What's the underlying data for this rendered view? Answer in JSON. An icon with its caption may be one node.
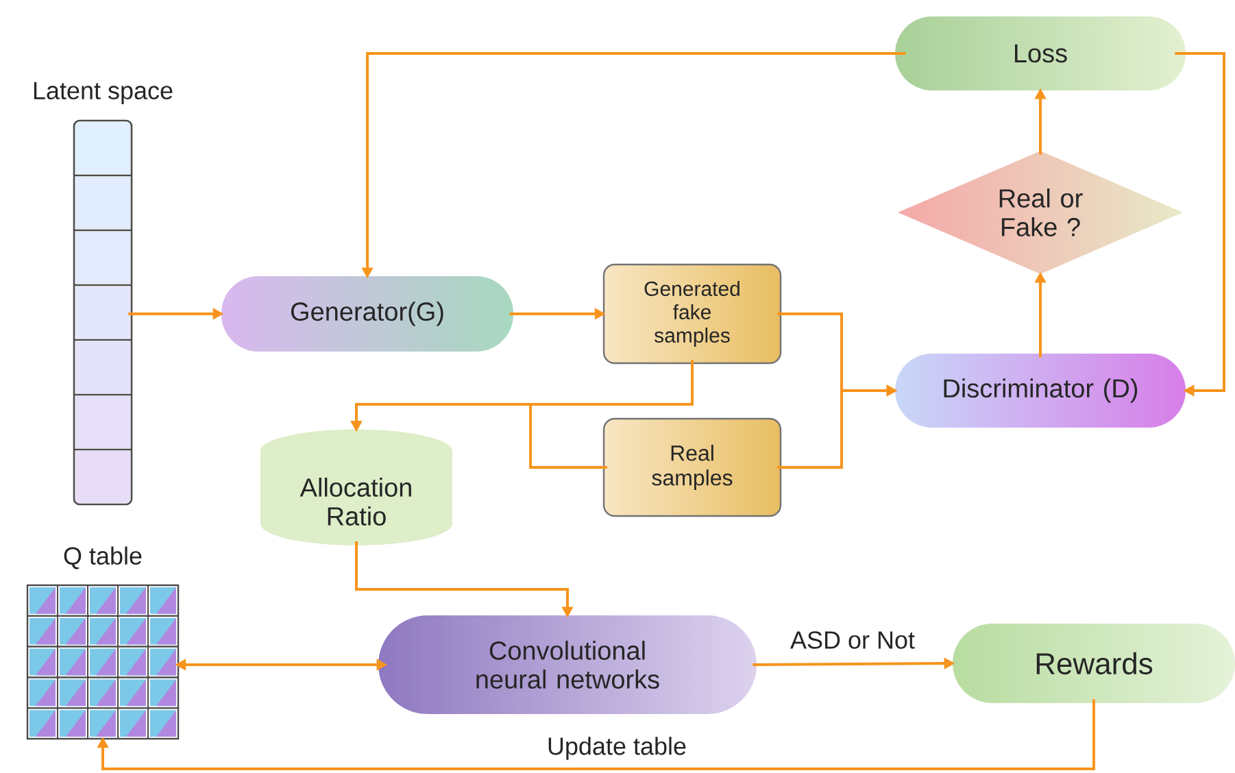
{
  "diagram": {
    "nodes": [
      {
        "text": [
          "Latent space"
        ]
      },
      {
        "text": [
          "Generator(G)"
        ]
      },
      {
        "text": [
          "Generated fake samples"
        ]
      },
      {
        "text": [
          "Real samples"
        ]
      },
      {
        "text": [
          "Discriminator (D)"
        ]
      },
      {
        "text": [
          "Real or Fake ?"
        ]
      },
      {
        "text": [
          "Loss"
        ]
      },
      {
        "text": [
          "Allocation Ratio"
        ]
      },
      {
        "text": [
          "Q table"
        ]
      },
      {
        "text": [
          "Convolutional neural networks"
        ]
      },
      {
        "text": [
          "Rewards"
        ]
      }
    ],
    "edges": [
      {
        "from": 0,
        "to": 1,
        "arrow": "to"
      },
      {
        "from": 1,
        "to": 2,
        "arrow": "to"
      },
      {
        "from": 2,
        "to": 4,
        "arrow": "to"
      },
      {
        "from": 3,
        "to": 4,
        "arrow": "to"
      },
      {
        "from": 2,
        "to": 7,
        "arrow": "to"
      },
      {
        "from": 3,
        "to": 7,
        "arrow": "to"
      },
      {
        "from": 4,
        "to": 5,
        "arrow": "to"
      },
      {
        "from": 5,
        "to": 6,
        "arrow": "to"
      },
      {
        "from": 6,
        "to": 1,
        "arrow": "to"
      },
      {
        "from": 6,
        "to": 4,
        "arrow": "to"
      },
      {
        "from": 7,
        "to": 9,
        "arrow": "to"
      },
      {
        "from": 8,
        "to": 9,
        "arrow": "both"
      },
      {
        "from": 9,
        "to": 10,
        "arrow": "to",
        "label": "ASD or Not"
      },
      {
        "from": 10,
        "to": 8,
        "arrow": "to",
        "label": "Update table"
      }
    ]
  }
}
